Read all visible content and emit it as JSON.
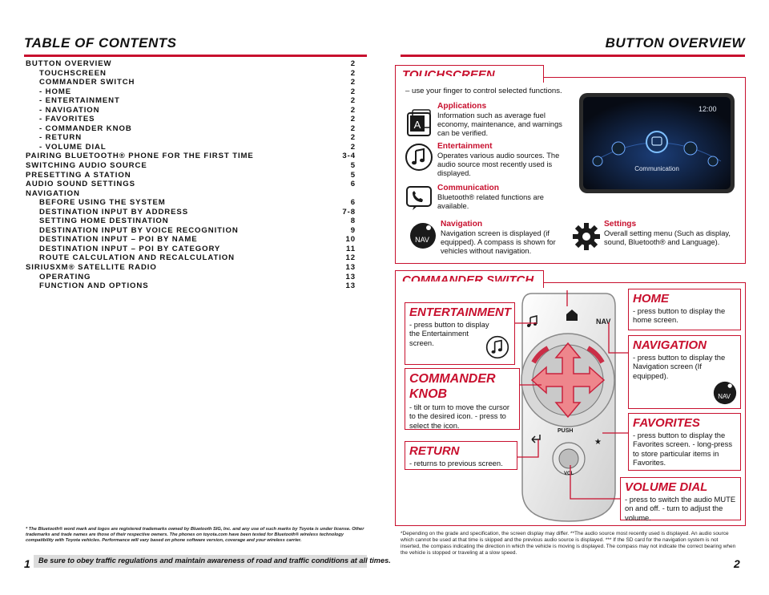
{
  "headers": {
    "left": "TABLE OF CONTENTS",
    "right": "BUTTON OVERVIEW"
  },
  "toc": [
    {
      "label": "BUTTON OVERVIEW",
      "page": "2",
      "sub": false
    },
    {
      "label": "TOUCHSCREEN",
      "page": "2",
      "sub": true
    },
    {
      "label": "COMMANDER SWITCH",
      "page": "2",
      "sub": true
    },
    {
      "label": "- HOME",
      "page": "2",
      "sub": true
    },
    {
      "label": "- ENTERTAINMENT",
      "page": "2",
      "sub": true
    },
    {
      "label": "- NAVIGATION",
      "page": "2",
      "sub": true
    },
    {
      "label": "- FAVORITES",
      "page": "2",
      "sub": true
    },
    {
      "label": "- COMMANDER KNOB",
      "page": "2",
      "sub": true
    },
    {
      "label": "- RETURN",
      "page": "2",
      "sub": true
    },
    {
      "label": "- VOLUME DIAL",
      "page": "2",
      "sub": true
    },
    {
      "label": "PAIRING BLUETOOTH® PHONE FOR THE FIRST TIME",
      "page": "3-4",
      "sub": false
    },
    {
      "label": "SWITCHING AUDIO SOURCE",
      "page": "5",
      "sub": false
    },
    {
      "label": "PRESETTING A STATION",
      "page": "5",
      "sub": false
    },
    {
      "label": "AUDIO SOUND SETTINGS",
      "page": "6",
      "sub": false
    },
    {
      "label": "NAVIGATION",
      "page": "",
      "sub": false
    },
    {
      "label": "BEFORE USING THE SYSTEM",
      "page": "6",
      "sub": true
    },
    {
      "label": "DESTINATION INPUT BY ADDRESS",
      "page": "7-8",
      "sub": true
    },
    {
      "label": "SETTING HOME DESTINATION",
      "page": "8",
      "sub": true
    },
    {
      "label": "DESTINATION INPUT BY VOICE RECOGNITION",
      "page": "9",
      "sub": true
    },
    {
      "label": "DESTINATION INPUT – POI BY NAME",
      "page": "10",
      "sub": true
    },
    {
      "label": "DESTINATION INPUT – POI BY CATEGORY",
      "page": "11",
      "sub": true
    },
    {
      "label": "ROUTE CALCULATION AND RECALCULATION",
      "page": "12",
      "sub": true
    },
    {
      "label": "SIRIUSXM® SATELLITE RADIO",
      "page": "13",
      "sub": false
    },
    {
      "label": "OPERATING",
      "page": "13",
      "sub": true
    },
    {
      "label": "FUNCTION AND OPTIONS",
      "page": "13",
      "sub": true
    }
  ],
  "footnote_left": "* The Bluetooth® word mark and logos are registered trademarks owned by Bluetooth SIG, Inc. and any use of such marks by Toyota is under license. Other trademarks and trade names are those of their respective owners. The phones on toyota.com have been tested for Bluetooth® wireless technology compatibility with Toyota vehicles. Performance will vary based on phone software version, coverage and your wireless carrier.",
  "notice": "Be sure to obey traffic regulations and maintain awareness of road and traffic conditions at all times.",
  "page_left": "1",
  "page_right": "2",
  "touchscreen": {
    "title": "TOUCHSCREEN",
    "intro": "– use your finger to control selected functions.",
    "applications": {
      "title": "Applications",
      "desc": "Information such as average fuel economy, maintenance, and warnings can be verified."
    },
    "entertainment": {
      "title": "Entertainment",
      "desc": "Operates various audio sources. The audio source most recently used is displayed."
    },
    "communication": {
      "title": "Communication",
      "desc": "Bluetooth® related functions are available."
    },
    "navigation": {
      "title": "Navigation",
      "desc": "Navigation screen is displayed (if equipped). A compass is shown for vehicles without navigation."
    },
    "settings": {
      "title": "Settings",
      "desc": "Overall setting menu (Such as display, sound, Bluetooth® and Language)."
    },
    "screen_time": "12:00",
    "screen_label": "Communication",
    "nav_badge": "NAV",
    "app_badge": "A"
  },
  "commander": {
    "title": "COMMANDER SWITCH",
    "home": {
      "title": "HOME",
      "desc": "- press button to display the home screen."
    },
    "entertainment": {
      "title": "ENTERTAINMENT",
      "desc": "- press button to display the Entertainment screen."
    },
    "navigation": {
      "title": "NAVIGATION",
      "desc": "- press button to display the Navigation screen (If equipped)."
    },
    "knob": {
      "title": "COMMANDER KNOB",
      "desc": "- tilt or turn to move the cursor to the desired icon. - press to select the icon."
    },
    "favorites": {
      "title": "FAVORITES",
      "desc": "- press button to display the Favorites screen. - long-press to store particular items in Favorites."
    },
    "return": {
      "title": "RETURN",
      "desc": "- returns to previous screen."
    },
    "volume": {
      "title": "VOLUME DIAL",
      "desc": "- press to switch the audio MUTE on and off. - turn to adjust the volume."
    },
    "device_nav": "NAV",
    "device_push": "PUSH",
    "device_vol": "VOL",
    "nav_badge": "NAV"
  },
  "footnote_right": "*Depending on the grade and specification, the screen display may differ. **The audio source most recently used is displayed. An audio source which cannot be used at that time is skipped and the previous audio source is displayed. *** If the SD card for the navigation system is not inserted, the compass indicating the direction in which the vehicle is moving is displayed. The compass may not indicate the correct bearing when the vehicle is stopped or traveling at a slow speed.",
  "colors": {
    "accent": "#c8102e",
    "icon_dark": "#1a1a1a",
    "screen_bg": "#0c1424",
    "highlight": "#2a7de1"
  }
}
